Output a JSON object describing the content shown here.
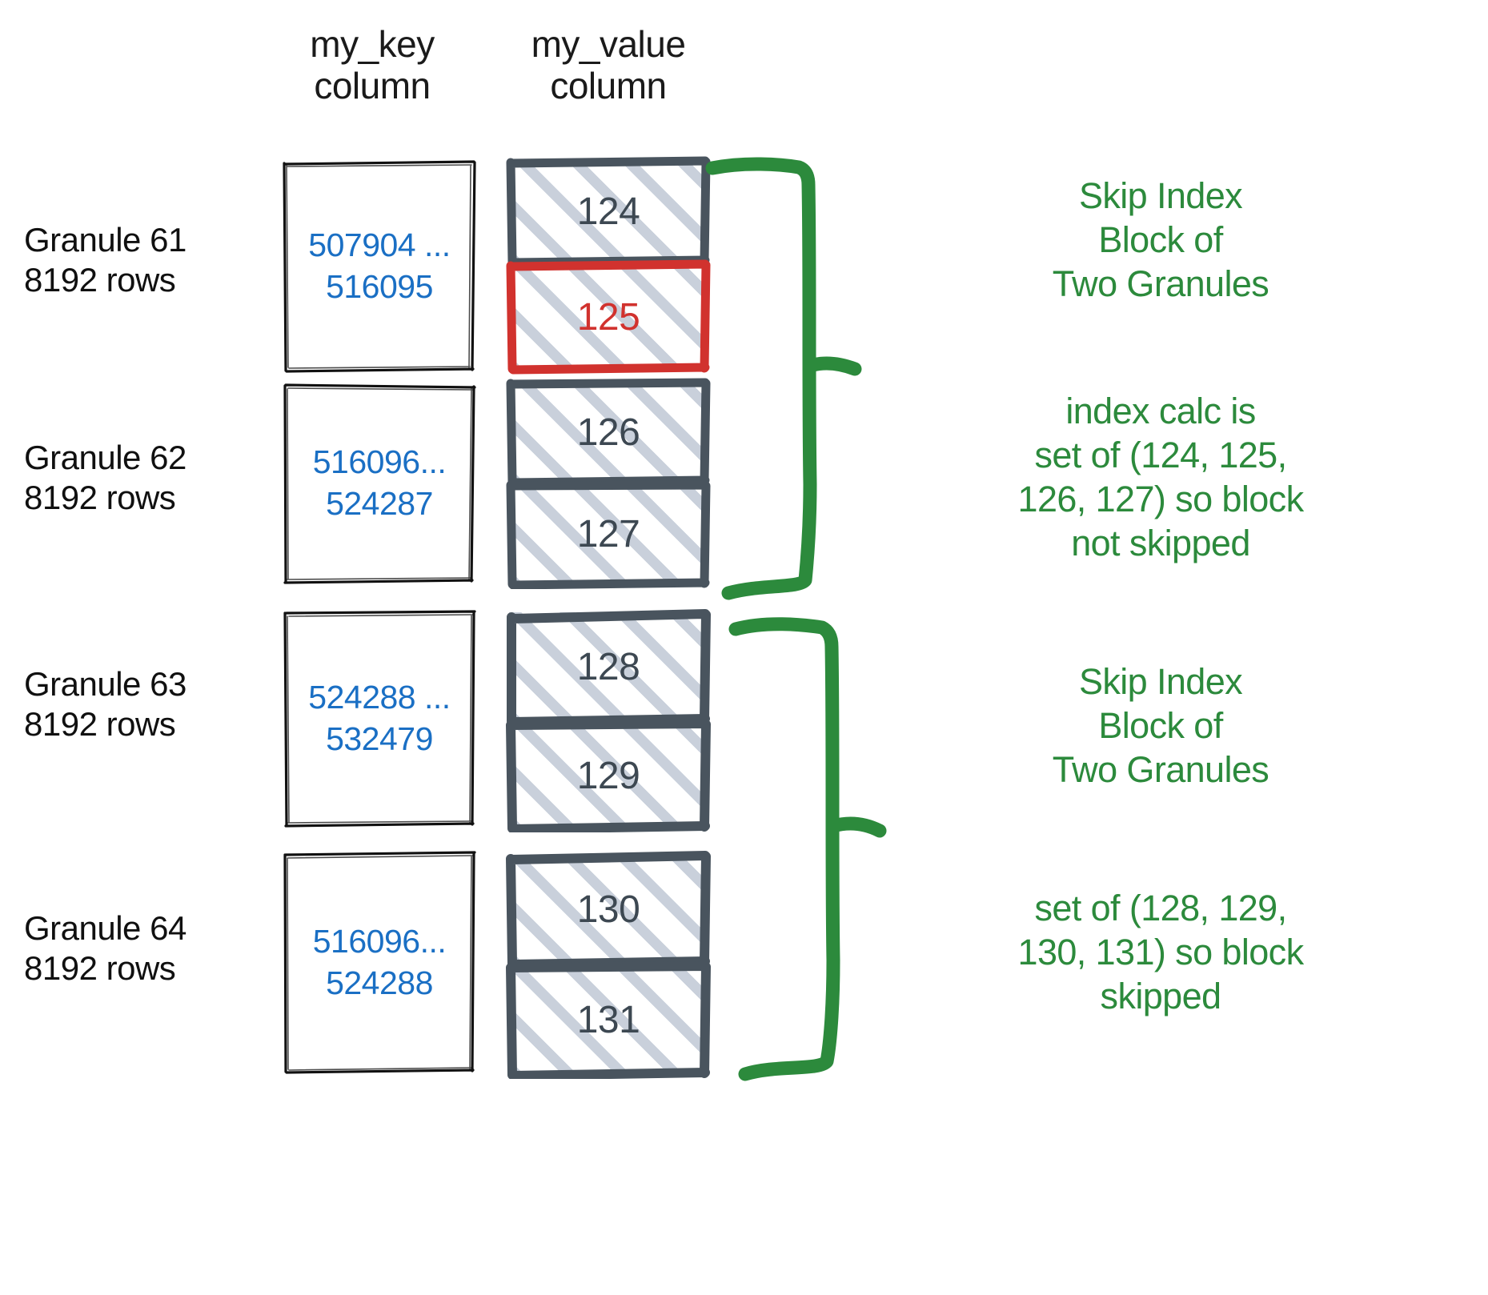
{
  "headers": {
    "key_column": "my_key\ncolumn",
    "value_column": "my_value\ncolumn"
  },
  "granules": [
    {
      "id": "61",
      "label_line1": "Granule 61",
      "label_line2": "8192 rows",
      "key_range": "507904 ...\n516095",
      "values": [
        "124",
        "125"
      ],
      "highlighted_value": "125"
    },
    {
      "id": "62",
      "label_line1": "Granule 62",
      "label_line2": "8192 rows",
      "key_range": "516096...\n524287",
      "values": [
        "126",
        "127"
      ],
      "highlighted_value": ""
    },
    {
      "id": "63",
      "label_line1": "Granule 63",
      "label_line2": "8192 rows",
      "key_range": "524288 ...\n532479",
      "values": [
        "128",
        "129"
      ],
      "highlighted_value": ""
    },
    {
      "id": "64",
      "label_line1": "Granule 64",
      "label_line2": "8192 rows",
      "key_range": "516096...\n524288",
      "values": [
        "130",
        "131"
      ],
      "highlighted_value": ""
    }
  ],
  "annotations": [
    {
      "id": "block-1-title",
      "text": "Skip Index\nBlock of\nTwo Granules"
    },
    {
      "id": "block-1-body",
      "text": "index calc is\nset of (124, 125,\n126, 127) so block\nnot skipped"
    },
    {
      "id": "block-2-title",
      "text": "Skip Index\nBlock of\nTwo Granules"
    },
    {
      "id": "block-2-body",
      "text": "set of (128, 129,\n130, 131) so block\nskipped"
    }
  ],
  "colors": {
    "key_text": "#1a6fc4",
    "value_text": "#3d4852",
    "value_border": "#49545e",
    "highlight": "#d1322e",
    "annotation": "#2c8a3c",
    "hatch": "#c6ced9",
    "box_border": "#111111"
  }
}
